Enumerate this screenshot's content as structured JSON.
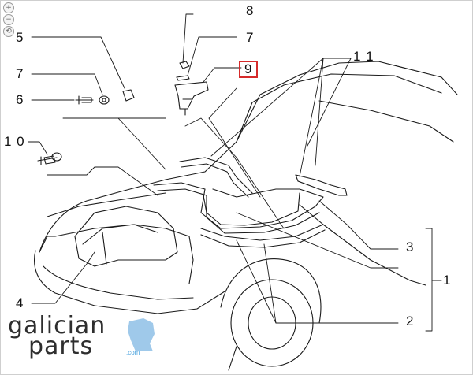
{
  "zoom_controls": [
    "+",
    "−",
    "⟲"
  ],
  "callouts": {
    "c8": "8",
    "c7a": "7",
    "c9": "9",
    "c11": "1 1",
    "c5": "5",
    "c7b": "7",
    "c6": "6",
    "c10": "1 0",
    "c3": "3",
    "c1": "1",
    "c4": "4",
    "c2": "2"
  },
  "highlighted_callout": "9",
  "colors": {
    "highlight": "#d62b2b",
    "line": "#1a1a1a",
    "logo_text": "#2e2e2e",
    "logo_accent": "#4aa3df"
  },
  "logo": {
    "word1": "galician",
    "word2": "parts",
    "domain": ".com"
  }
}
